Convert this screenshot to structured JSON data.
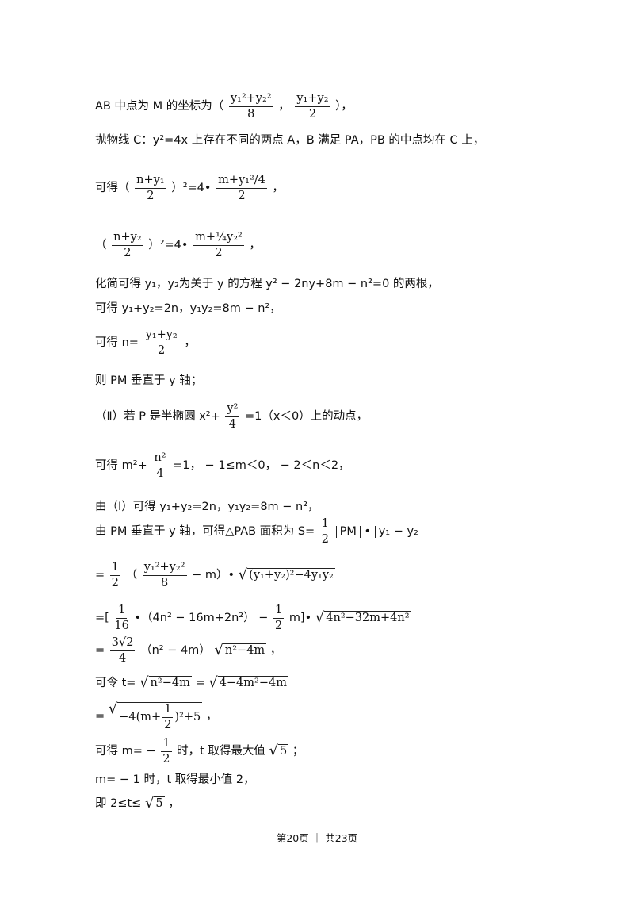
{
  "lines": {
    "l1_pre": "AB 中点为 M 的坐标为（",
    "l1_f1_num": "y₁²+y₂²",
    "l1_f1_den": "8",
    "l1_sep": "，",
    "l1_f2_num": "y₁+y₂",
    "l1_f2_den": "2",
    "l1_post": "），",
    "l2": "抛物线 C：y²=4x 上存在不同的两点 A，B 满足 PA，PB 的中点均在 C 上，",
    "l3_pre": "可得（",
    "l3_f1_num": "n+y₁",
    "l3_f1_den": "2",
    "l3_mid": "）²=4•",
    "l3_f2_num": "m+y₁²/4",
    "l3_f2_den": "2",
    "l3_post": "，",
    "l4_pre": "（",
    "l4_f1_num": "n+y₂",
    "l4_f1_den": "2",
    "l4_mid": "）²=4•",
    "l4_f2_num": "m+¼y₂²",
    "l4_f2_den": "2",
    "l4_post": "，",
    "l5": "化简可得 y₁，y₂为关于 y 的方程 y² − 2ny+8m − n²=0 的两根，",
    "l6": "可得 y₁+y₂=2n，y₁y₂=8m − n²，",
    "l7_pre": "可得 n=",
    "l7_f_num": "y₁+y₂",
    "l7_f_den": "2",
    "l7_post": "，",
    "l8": "则 PM 垂直于 y 轴；",
    "l9_pre": "（Ⅱ）若 P 是半椭圆 x²+",
    "l9_f_num": "y²",
    "l9_f_den": "4",
    "l9_post": "=1（x＜0）上的动点，",
    "l10_pre": "可得 m²+",
    "l10_f_num": "n²",
    "l10_f_den": "4",
    "l10_post": "=1， − 1≤m＜0， − 2＜n＜2，",
    "l11": "由（Ⅰ）可得 y₁+y₂=2n，y₁y₂=8m − n²，",
    "l12_pre": "由 PM 垂直于 y 轴，可得△PAB 面积为 S=",
    "l12_f_num": "1",
    "l12_f_den": "2",
    "l12_abs1": "PM",
    "l12_dot": "•",
    "l12_abs2": "y₁ − y₂",
    "l13_pre": "=",
    "l13_f1_num": "1",
    "l13_f1_den": "2",
    "l13_open": "（",
    "l13_f2_num": "y₁²+y₂²",
    "l13_f2_den": "8",
    "l13_mid": " − m）•",
    "l13_rad": "(y₁+y₂)²−4y₁y₂",
    "l14_pre": "=[",
    "l14_f1_num": "1",
    "l14_f1_den": "16",
    "l14_mid": "•（4n² − 16m+2n²） − ",
    "l14_f2_num": "1",
    "l14_f2_den": "2",
    "l14_post": "m]•",
    "l14_rad": "4n²−32m+4n²",
    "l15_pre": "=",
    "l15_f_num": "3√2",
    "l15_f_den": "4",
    "l15_mid": "（n² − 4m）",
    "l15_rad": "n²−4m",
    "l15_post": "，",
    "l16_pre": "可令 t=",
    "l16_rad1": "n²−4m",
    "l16_eq": "=",
    "l16_rad2": "4−4m²−4m",
    "l17_pre": "=",
    "l17_rad_a": "−4(m+",
    "l17_f_num": "1",
    "l17_f_den": "2",
    "l17_rad_b": ")²+5",
    "l17_post": "，",
    "l18_pre": "可得 m= − ",
    "l18_f_num": "1",
    "l18_f_den": "2",
    "l18_mid": "时，t 取得最大值",
    "l18_rad": "5",
    "l18_post": "；",
    "l19": "m= − 1 时，t 取得最小值 2，",
    "l20_pre": "即 2≤t≤",
    "l20_rad": "5",
    "l20_post": "，"
  },
  "footer": "第20页 ｜ 共23页"
}
